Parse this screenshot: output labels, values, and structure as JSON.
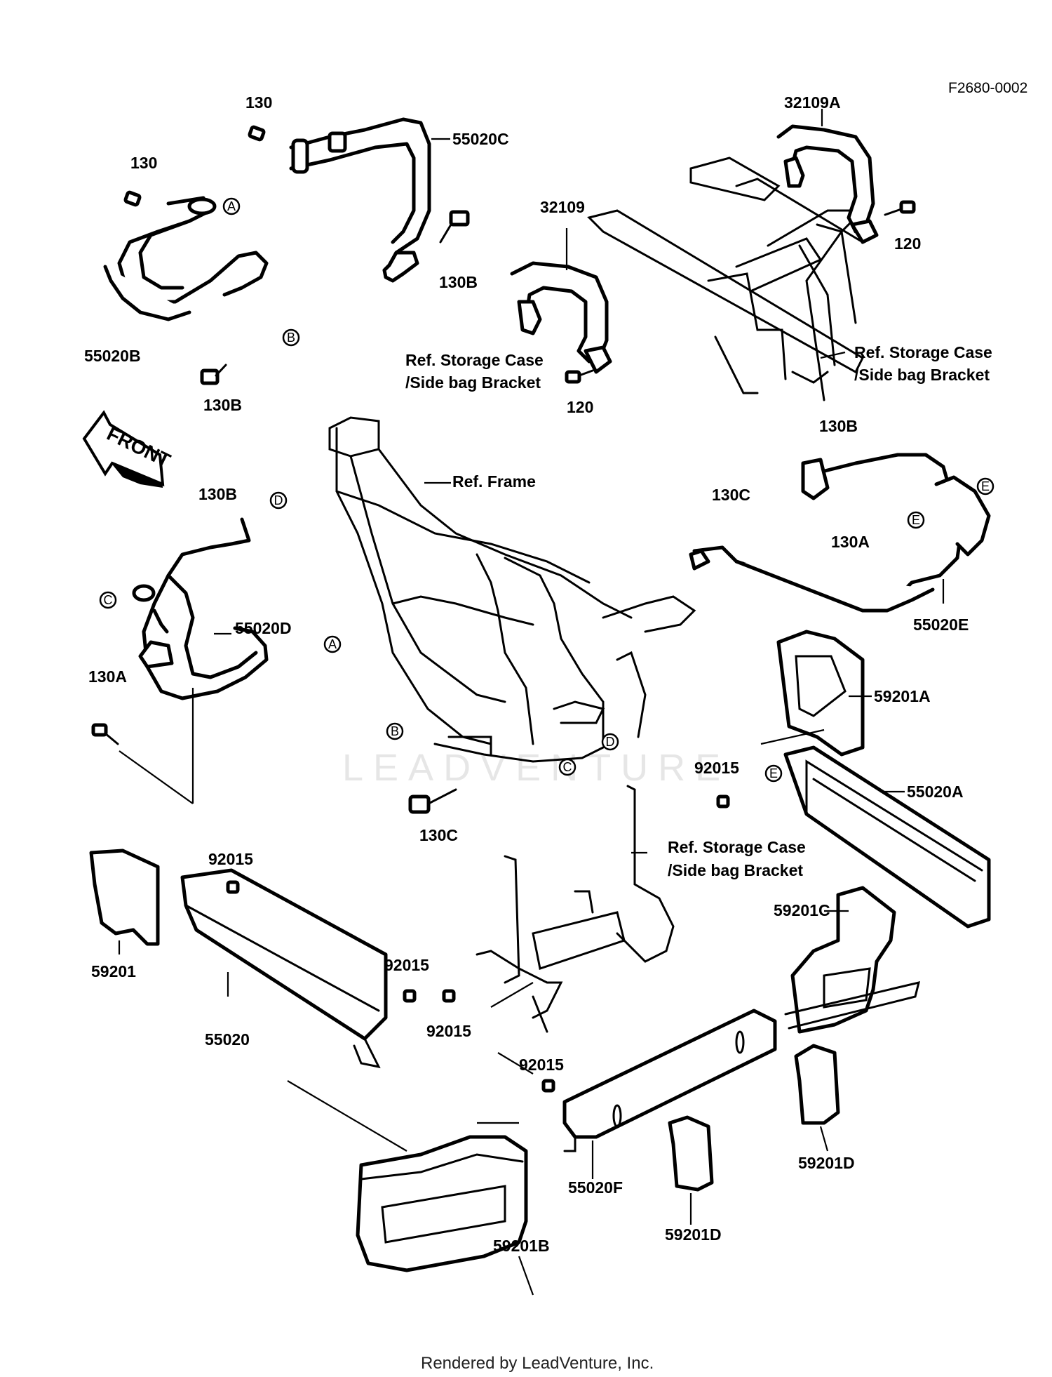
{
  "diagram_code": "F2680-0002",
  "watermark": "LEADVENTURE",
  "footer": "Rendered by LeadVenture, Inc.",
  "front_marker": "FRONT",
  "part_labels": {
    "130_top": "130",
    "130_left": "130",
    "55020C": "55020C",
    "55020B": "55020B",
    "130B_a": "130B",
    "130B_b": "130B",
    "130B_c": "130B",
    "130B_d": "130B",
    "32109A": "32109A",
    "32109": "32109",
    "120_a": "120",
    "120_b": "120",
    "130C_a": "130C",
    "130C_b": "130C",
    "130A_a": "130A",
    "130A_b": "130A",
    "55020D": "55020D",
    "55020E": "55020E",
    "59201A": "59201A",
    "92015_a": "92015",
    "92015_b": "92015",
    "92015_c": "92015",
    "92015_d": "92015",
    "92015_e": "92015",
    "55020A": "55020A",
    "59201": "59201",
    "55020": "55020",
    "59201C": "59201C",
    "55020F": "55020F",
    "59201B": "59201B",
    "59201D_a": "59201D",
    "59201D_b": "59201D"
  },
  "ref_labels": {
    "frame": "Ref. Frame",
    "storage_case_left_1": "Ref. Storage Case",
    "storage_case_left_2": "/Side bag Bracket",
    "storage_case_right_1": "Ref. Storage Case",
    "storage_case_right_2": "/Side bag Bracket",
    "storage_case_mid_1": "Ref. Storage Case",
    "storage_case_mid_2": "/Side bag Bracket"
  },
  "callouts": {
    "A1": "A",
    "A2": "A",
    "B1": "B",
    "B2": "B",
    "C1": "C",
    "C2": "C",
    "D1": "D",
    "D2": "D",
    "E1": "E",
    "E2": "E",
    "E3": "E"
  }
}
